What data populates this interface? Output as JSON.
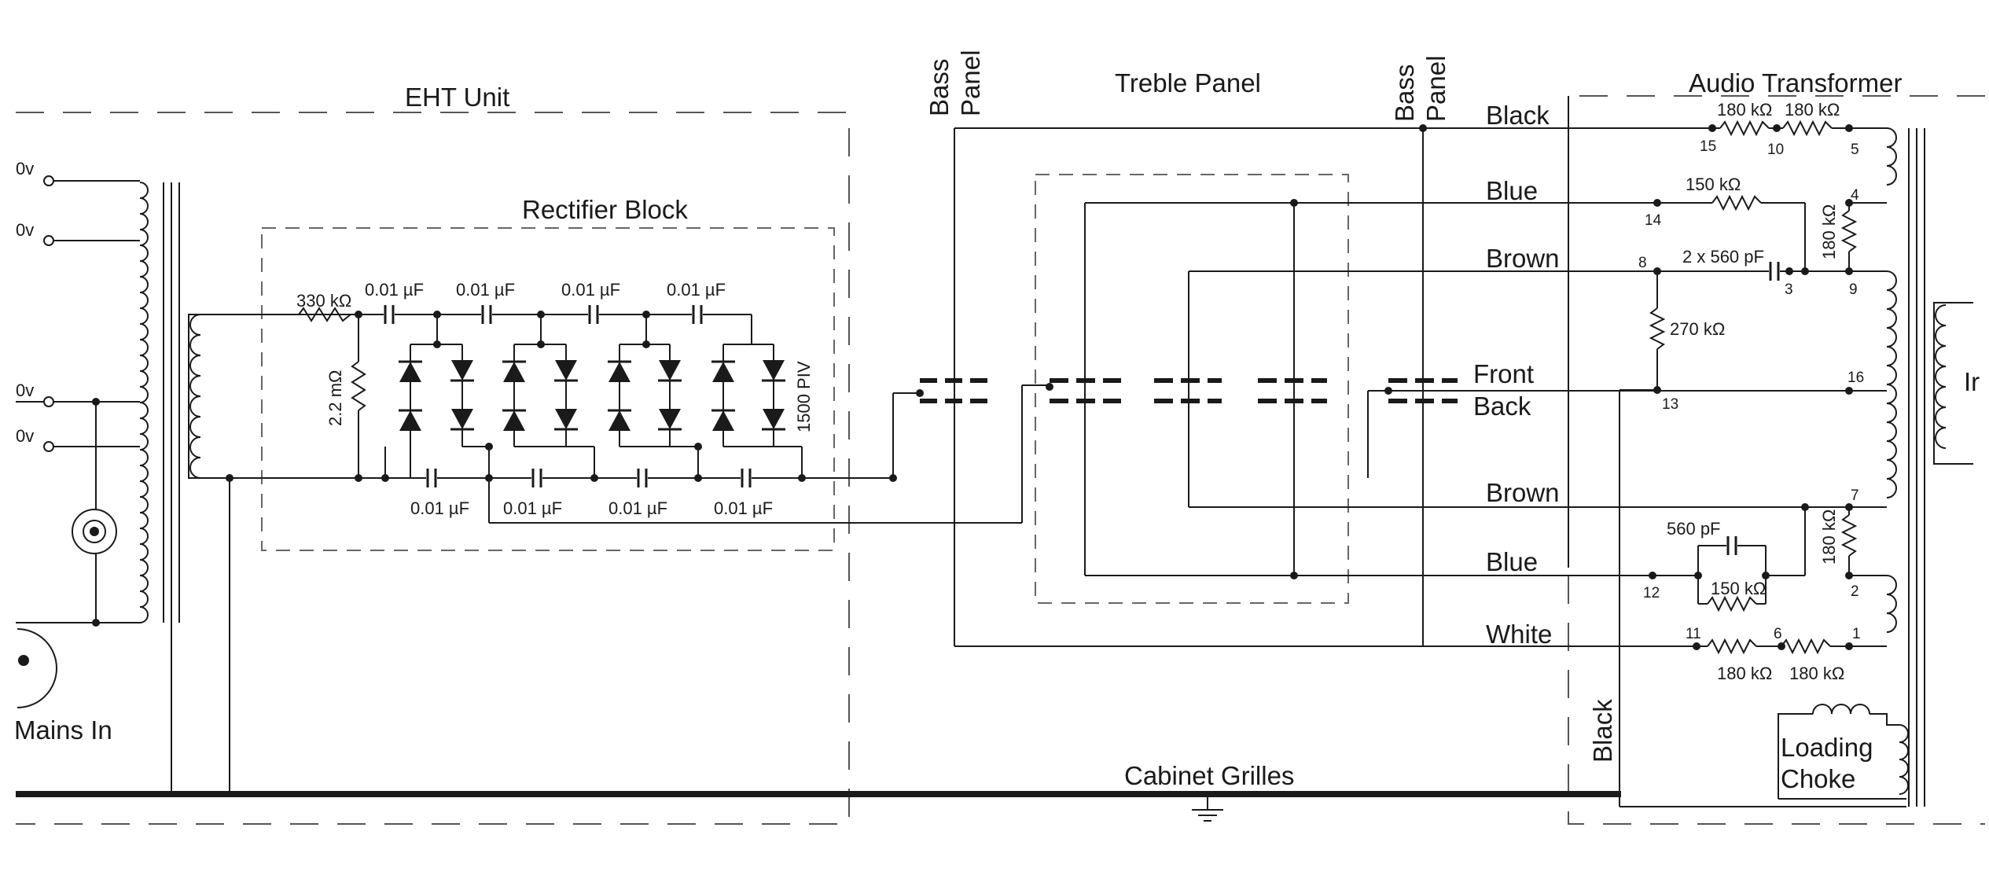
{
  "blocks": {
    "eht": "EHT Unit",
    "rectifier": "Rectifier Block",
    "treble": "Treble Panel",
    "bass_left_1": "Bass",
    "bass_left_2": "Panel",
    "bass_right_1": "Bass",
    "bass_right_2": "Panel",
    "audio": "Audio Transformer",
    "grilles": "Cabinet Grilles",
    "mains": "Mains In",
    "loading_1": "Loading",
    "loading_2": "Choke",
    "input_cut": "Ir"
  },
  "terminals": {
    "t1": "0v",
    "t2": "0v",
    "t3": "0v",
    "t4": "0v"
  },
  "rectifier_parts": {
    "r_series": "330 kΩ",
    "r_shunt": "2.2 mΩ",
    "piv": "1500 PIV",
    "cap_top": [
      "0.01 µF",
      "0.01 µF",
      "0.01 µF",
      "0.01 µF"
    ],
    "cap_bottom": [
      "0.01 µF",
      "0.01 µF",
      "0.01 µF",
      "0.01 µF"
    ]
  },
  "panel_labels": {
    "front": "Front",
    "back": "Back"
  },
  "wires": {
    "black": "Black",
    "blue_top": "Blue",
    "brown_top": "Brown",
    "brown_bottom": "Brown",
    "blue_bottom": "Blue",
    "white": "White",
    "black_vertical": "Black"
  },
  "transformer_parts": {
    "r_15_10": "180 kΩ",
    "r_10_5": "180 kΩ",
    "r_14": "150 kΩ",
    "r_4_9": "180 kΩ",
    "c_8_3": "2 x 560 pF",
    "r_8_13": "270 kΩ",
    "c_12": "560 pF",
    "r_12": "150 kΩ",
    "r_7_2": "180 kΩ",
    "r_11_6": "180 kΩ",
    "r_6_1": "180 kΩ"
  },
  "pins": {
    "p15": "15",
    "p10": "10",
    "p5": "5",
    "p14": "14",
    "p4": "4",
    "p8": "8",
    "p3": "3",
    "p9": "9",
    "p16": "16",
    "p13": "13",
    "p7": "7",
    "p12": "12",
    "p2": "2",
    "p11": "11",
    "p6": "6",
    "p1": "1"
  }
}
